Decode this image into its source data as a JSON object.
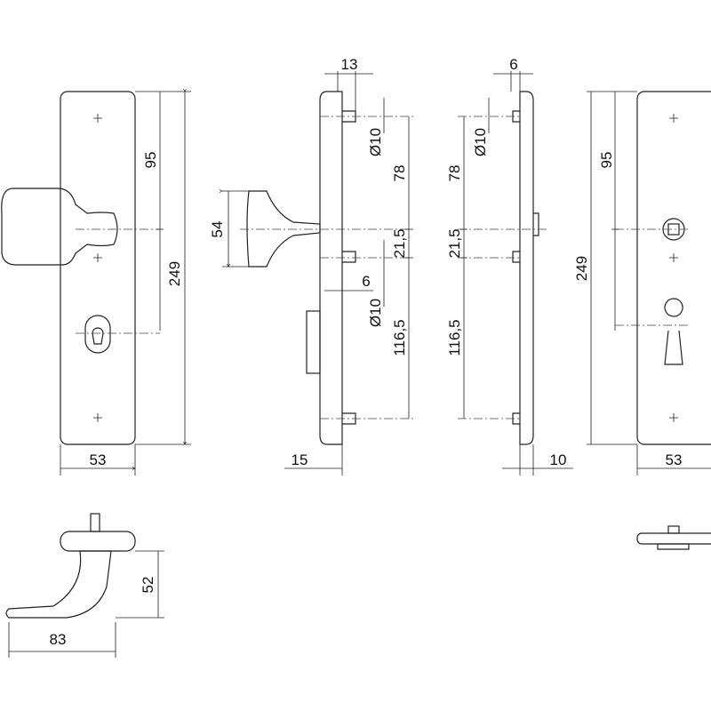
{
  "front_left": {
    "height": "249",
    "knob_to_top": "95",
    "width": "53"
  },
  "side_left": {
    "depth_top": "13",
    "knob_dia": "54",
    "dia_top": "Ø10",
    "dist_78": "78",
    "dist_21": "21,5",
    "small_6": "6",
    "dia_bottom": "Ø10",
    "dist_116": "116,5",
    "depth_bottom": "15"
  },
  "side_right": {
    "depth_top": "6",
    "dia_top": "Ø10",
    "dist_78": "78",
    "dist_21": "21,5",
    "dist_116": "116,5",
    "depth_bottom": "10"
  },
  "front_right": {
    "knob_to_top": "95",
    "height": "249",
    "width": "53"
  },
  "handle_top": {
    "height": "52",
    "length": "83"
  }
}
